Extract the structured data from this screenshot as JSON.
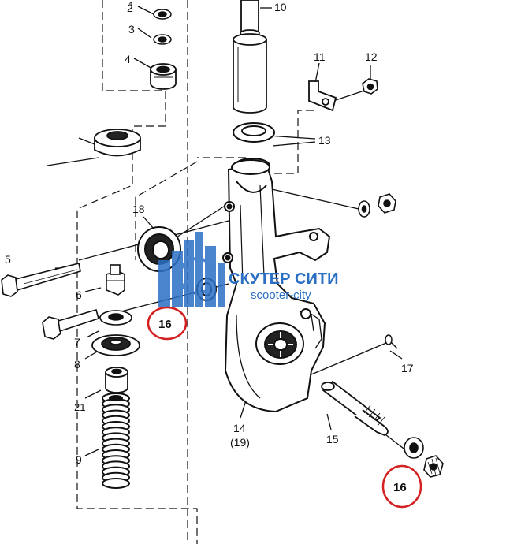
{
  "labels": {
    "p1": "1",
    "p2": "2",
    "p3": "3",
    "p4": "4",
    "p5": "5",
    "p6": "6",
    "p7": "7",
    "p8": "8",
    "p9": "9",
    "p10": "10",
    "p11": "11",
    "p12": "12",
    "p13": "13",
    "p14": "14",
    "p14_alt": "(19)",
    "p15": "15",
    "p16a": "16",
    "p16b": "16",
    "p17": "17",
    "p18": "18",
    "p21": "21"
  },
  "watermark": {
    "name": "СКУТЕР СИТИ",
    "url": "scooter-city",
    "color": "#2a6fc4"
  },
  "highlight_color": "#d42020"
}
